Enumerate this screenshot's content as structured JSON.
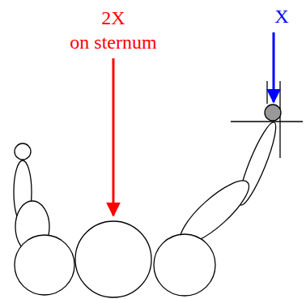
{
  "diagram": {
    "labels": [
      "2X",
      "on sternum",
      "X"
    ]
  }
}
